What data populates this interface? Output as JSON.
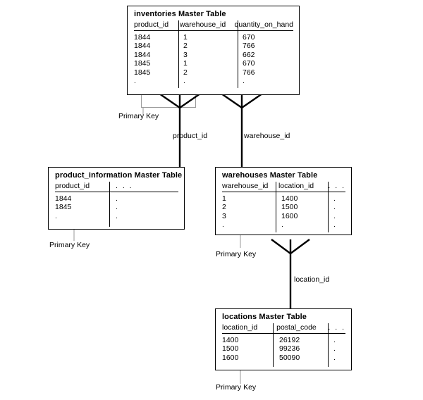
{
  "diagram": {
    "type": "entity-relationship-diagram",
    "notation": "crow's foot",
    "primary_key_label": "Primary Key",
    "ellipsis": ". . .",
    "dot": "."
  },
  "tables": {
    "inventories": {
      "title": "inventories Master Table",
      "columns": [
        "product_id",
        "warehouse_id",
        "quantity_on_hand"
      ],
      "rows": [
        [
          "1844",
          "1",
          "670"
        ],
        [
          "1844",
          "2",
          "766"
        ],
        [
          "1844",
          "3",
          "662"
        ],
        [
          "1845",
          "1",
          "670"
        ],
        [
          "1845",
          "2",
          "766"
        ],
        [
          ".",
          ".",
          "."
        ]
      ],
      "primary_key": [
        "product_id",
        "warehouse_id"
      ]
    },
    "product_information": {
      "title": "product_information Master Table",
      "columns": [
        "product_id",
        ". . ."
      ],
      "rows": [
        [
          "1844",
          "."
        ],
        [
          "1845",
          "."
        ],
        [
          ".",
          "."
        ]
      ],
      "primary_key": [
        "product_id"
      ]
    },
    "warehouses": {
      "title": "warehouses Master Table",
      "columns": [
        "warehouse_id",
        "location_id",
        ". . ."
      ],
      "rows": [
        [
          "1",
          "1400",
          "."
        ],
        [
          "2",
          "1500",
          "."
        ],
        [
          "3",
          "1600",
          "."
        ],
        [
          ".",
          ".",
          "."
        ]
      ],
      "primary_key": [
        "warehouse_id"
      ]
    },
    "locations": {
      "title": "locations Master Table",
      "columns": [
        "location_id",
        "postal_code",
        ". . ."
      ],
      "rows": [
        [
          "1400",
          "26192",
          "."
        ],
        [
          "1500",
          "99236",
          "."
        ],
        [
          "1600",
          "50090",
          "."
        ]
      ],
      "primary_key": [
        "location_id"
      ]
    }
  },
  "relationships": [
    {
      "label": "product_id",
      "from": "inventories",
      "to": "product_information"
    },
    {
      "label": "warehouse_id",
      "from": "inventories",
      "to": "warehouses"
    },
    {
      "label": "location_id",
      "from": "warehouses",
      "to": "locations"
    }
  ],
  "annotations": {
    "pk_inventories": "Primary Key",
    "pk_product_information": "Primary Key",
    "pk_warehouses": "Primary Key",
    "pk_locations": "Primary Key"
  },
  "colors": {
    "line": "#000000",
    "bracket": "#9a9a9a",
    "background": "#ffffff"
  }
}
